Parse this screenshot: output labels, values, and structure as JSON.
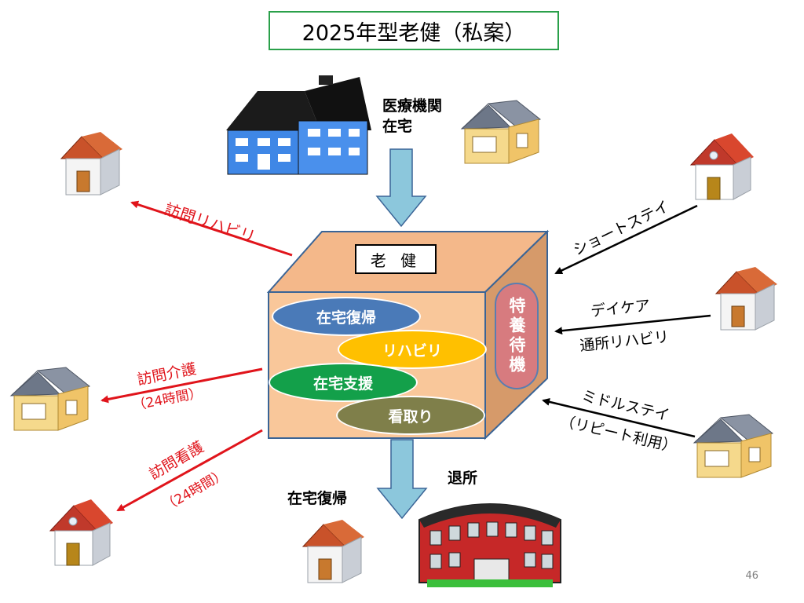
{
  "title": "2025年型老健（私案）",
  "source_label": {
    "line1": "医療機関",
    "line2": "在宅"
  },
  "center": {
    "box_label": "老 健",
    "items": [
      "在宅復帰",
      "リハビリ",
      "在宅支援",
      "看取り"
    ],
    "side_label": "特養待機"
  },
  "outgoing": {
    "visit_rehab": "訪問リハビリ",
    "visit_care": {
      "line1": "訪問介護",
      "line2": "（24時間）"
    },
    "visit_nursing": {
      "line1": "訪問看護",
      "line2": "（24時間）"
    }
  },
  "incoming": {
    "short_stay": "ショートステイ",
    "day_care": {
      "line1": "デイケア",
      "line2": "通所リハビリ"
    },
    "middle_stay": {
      "line1": "ミドルステイ",
      "line2": "（リピート利用）"
    }
  },
  "bottom": {
    "home_return": "在宅復帰",
    "discharge": "退所"
  },
  "page_number": "46",
  "colors": {
    "outgoing_arrow": "#e0141b",
    "incoming_arrow": "#000000",
    "flow_arrow": "#8cc7dc",
    "cube_front": "#f9c79a",
    "cube_side": "#d69a6a",
    "cube_edge": "#3a6496",
    "item_blue": "#4a7ab8",
    "item_yellow": "#ffc000",
    "item_green": "#13a04a",
    "item_olive": "#7f7f4a"
  }
}
